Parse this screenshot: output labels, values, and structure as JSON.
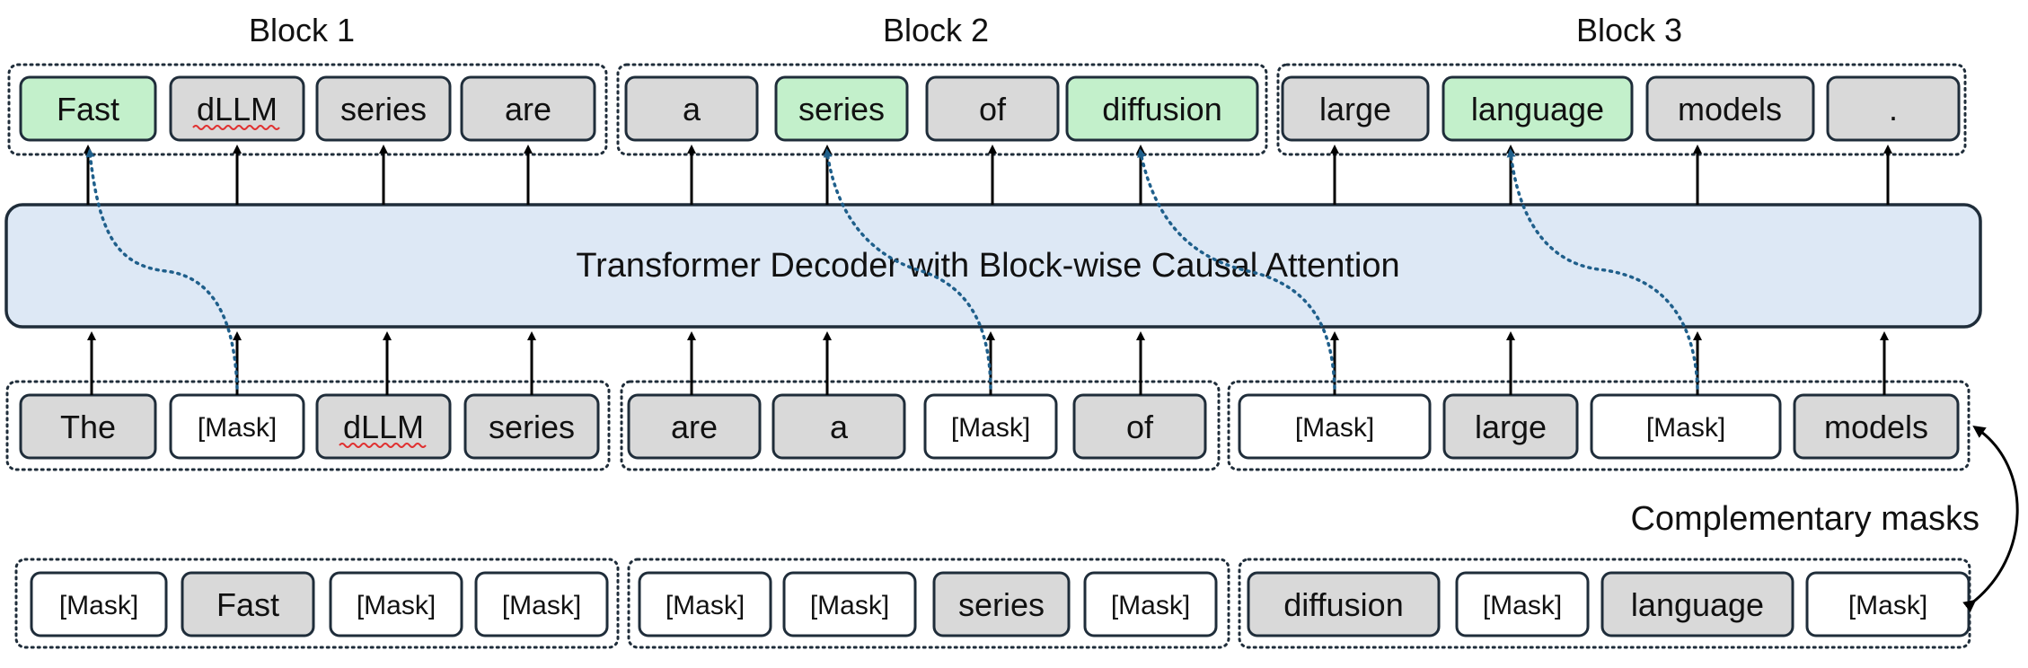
{
  "colors": {
    "green": "#c3f0cb",
    "gray": "#d9d9d9",
    "white": "#ffffff",
    "transformer_fill": "#dde8f5",
    "outline": "#1f2d3a",
    "dotted_arrow": "#1f5f8b"
  },
  "block_titles": [
    "Block 1",
    "Block 2",
    "Block 3"
  ],
  "transformer_label": "Transformer Decoder with Block-wise Causal Attention",
  "side_label": "Complementary masks",
  "output_tokens": [
    [
      {
        "text": "Fast",
        "fill": "green"
      },
      {
        "text": "dLLM",
        "fill": "gray",
        "squiggle": true
      },
      {
        "text": "series",
        "fill": "gray"
      },
      {
        "text": "are",
        "fill": "gray"
      }
    ],
    [
      {
        "text": "a",
        "fill": "gray"
      },
      {
        "text": "series",
        "fill": "green"
      },
      {
        "text": "of",
        "fill": "gray"
      },
      {
        "text": "diffusion",
        "fill": "green"
      }
    ],
    [
      {
        "text": "large",
        "fill": "gray"
      },
      {
        "text": "language",
        "fill": "green"
      },
      {
        "text": "models",
        "fill": "gray"
      },
      {
        "text": ".",
        "fill": "gray"
      }
    ]
  ],
  "input_tokens": [
    [
      {
        "text": "The",
        "fill": "gray"
      },
      {
        "text": "[Mask]",
        "fill": "white"
      },
      {
        "text": "dLLM",
        "fill": "gray",
        "squiggle": true
      },
      {
        "text": "series",
        "fill": "gray"
      }
    ],
    [
      {
        "text": "are",
        "fill": "gray"
      },
      {
        "text": "a",
        "fill": "gray"
      },
      {
        "text": "[Mask]",
        "fill": "white"
      },
      {
        "text": "of",
        "fill": "gray"
      }
    ],
    [
      {
        "text": "[Mask]",
        "fill": "white"
      },
      {
        "text": "large",
        "fill": "gray"
      },
      {
        "text": "[Mask]",
        "fill": "white"
      },
      {
        "text": "models",
        "fill": "gray"
      }
    ]
  ],
  "complementary_tokens": [
    [
      {
        "text": "[Mask]",
        "fill": "white"
      },
      {
        "text": "Fast",
        "fill": "gray"
      },
      {
        "text": "[Mask]",
        "fill": "white"
      },
      {
        "text": "[Mask]",
        "fill": "white"
      }
    ],
    [
      {
        "text": "[Mask]",
        "fill": "white"
      },
      {
        "text": "[Mask]",
        "fill": "white"
      },
      {
        "text": "series",
        "fill": "gray"
      },
      {
        "text": "[Mask]",
        "fill": "white"
      }
    ],
    [
      {
        "text": "diffusion",
        "fill": "gray"
      },
      {
        "text": "[Mask]",
        "fill": "white"
      },
      {
        "text": "language",
        "fill": "gray"
      },
      {
        "text": "[Mask]",
        "fill": "white"
      }
    ]
  ],
  "mask_predictions": [
    {
      "input": "[Mask]",
      "block": 1,
      "predicts": "Fast"
    },
    {
      "input": "[Mask]",
      "block": 2,
      "predicts": "series"
    },
    {
      "input": "[Mask]",
      "block": 3,
      "predicts": "diffusion"
    },
    {
      "input": "[Mask]",
      "block": 3,
      "predicts": "language"
    }
  ]
}
